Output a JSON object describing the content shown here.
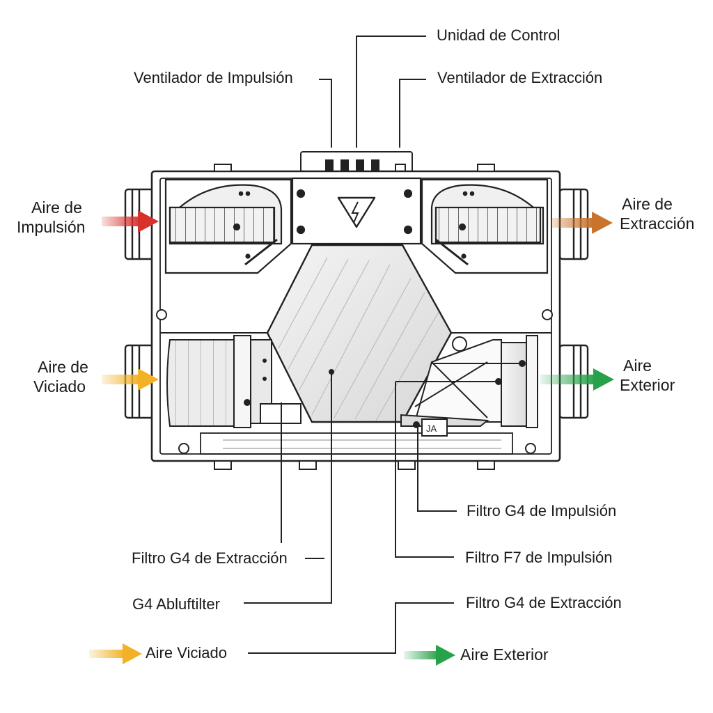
{
  "labels": {
    "control_unit": "Unidad de Control",
    "supply_fan": "Ventilador de Impulsión",
    "extract_fan": "Ventilador de Extracción",
    "supply_air_l1": "Aire de",
    "supply_air_l2": "Impulsión",
    "extract_air_l1": "Aire de",
    "extract_air_l2": "Extracción",
    "stale_air_l1": "Aire de",
    "stale_air_l2": "Viciado",
    "outdoor_air_l1": "Aire",
    "outdoor_air_l2": "Exterior",
    "g4_supply_filter": "Filtro G4 de Impulsión",
    "f7_supply_filter": "Filtro F7 de Impulsión",
    "g4_extract_filter_left": "Filtro G4 de Extracción",
    "g4_extract_filter_right": "Filtro G4 de Extracción",
    "g4_abluftfilter": "G4 Abluftilter",
    "legend_stale_air": "Aire Viciado",
    "legend_outdoor_air": "Aire Exterior",
    "panel_marking": "JA"
  },
  "colors": {
    "supply_arrow": "#d8312c",
    "extract_arrow": "#c8742c",
    "stale_arrow": "#f2b126",
    "outdoor_arrow": "#27a24a",
    "line": "#222222"
  },
  "icons": [
    "high-voltage-warning-icon"
  ]
}
